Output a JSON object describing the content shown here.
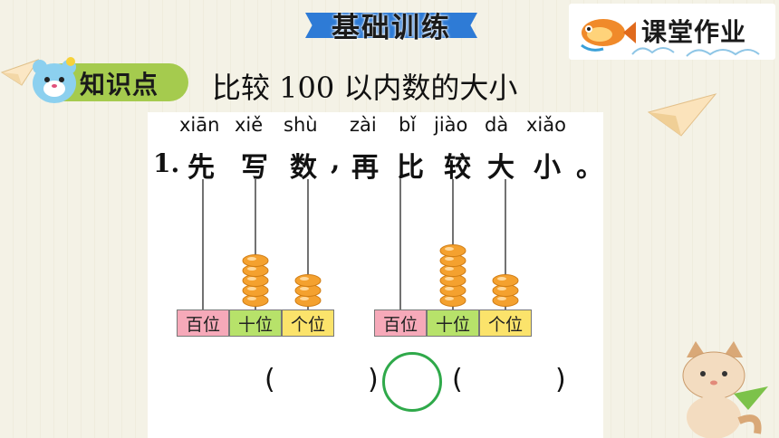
{
  "header": {
    "section_title": "基础训练",
    "logo_text": "课堂作业"
  },
  "knowledge_point": {
    "label": "知识点",
    "topic": "比较 100 以内数的大小"
  },
  "question": {
    "number": "1.",
    "words": [
      {
        "pinyin": "xiān",
        "char": "先"
      },
      {
        "pinyin": "xiě",
        "char": "写"
      },
      {
        "pinyin": "shù",
        "char": "数"
      },
      {
        "pinyin": "",
        "char": ","
      },
      {
        "pinyin": "zài",
        "char": "再"
      },
      {
        "pinyin": "bǐ",
        "char": "比"
      },
      {
        "pinyin": "jiào",
        "char": "较"
      },
      {
        "pinyin": "dà",
        "char": "大"
      },
      {
        "pinyin": "xiǎo",
        "char": "小"
      },
      {
        "pinyin": "",
        "char": "。"
      }
    ]
  },
  "abacus_left": {
    "labels": [
      "百位",
      "十位",
      "个位"
    ],
    "beads": [
      0,
      5,
      3
    ]
  },
  "abacus_right": {
    "labels": [
      "百位",
      "十位",
      "个位"
    ],
    "beads": [
      0,
      6,
      3
    ]
  },
  "answer": {
    "left_open": "(",
    "left_close": ")",
    "right_open": "(",
    "right_close": ")"
  },
  "colors": {
    "bead": "#f4a12f",
    "label_pink": "#f6a9b9",
    "label_green": "#b7e26a",
    "label_yellow": "#fbe36b",
    "ring": "#2fa94a",
    "banner": "#2e7bd6",
    "badge": "#a5cb4e"
  }
}
